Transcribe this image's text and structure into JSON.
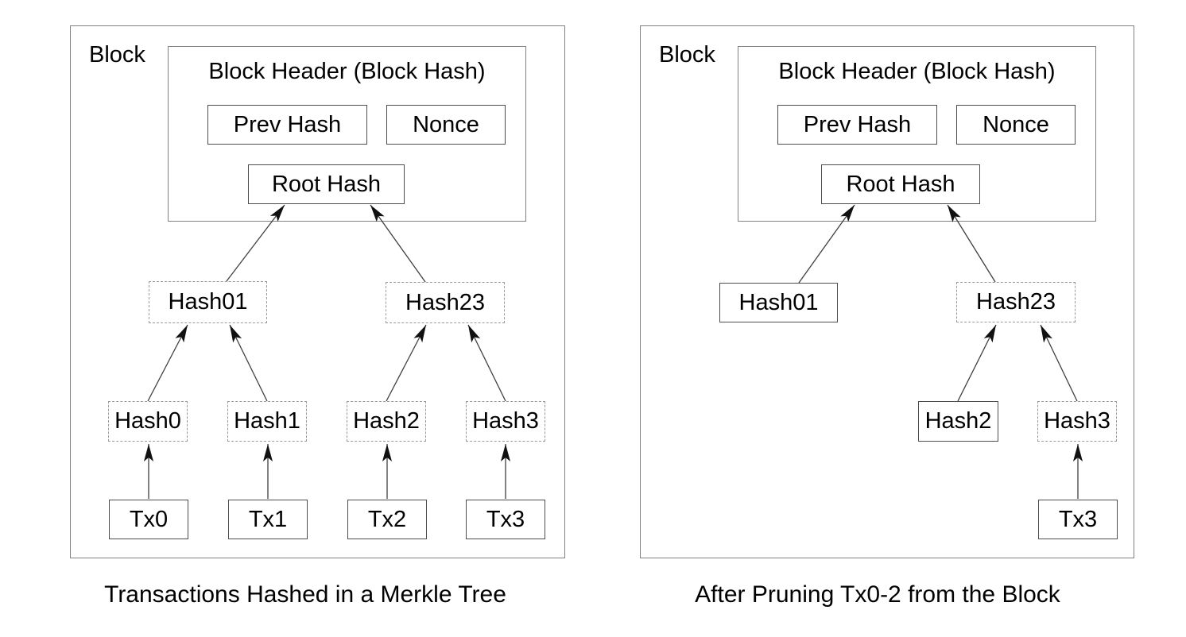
{
  "figure": {
    "left": {
      "block_label": "Block",
      "header_title": "Block Header (Block Hash)",
      "prev_hash_label": "Prev Hash",
      "nonce_label": "Nonce",
      "root_hash_label": "Root Hash",
      "hash01_label": "Hash01",
      "hash23_label": "Hash23",
      "hash0_label": "Hash0",
      "hash1_label": "Hash1",
      "hash2_label": "Hash2",
      "hash3_label": "Hash3",
      "tx0_label": "Tx0",
      "tx1_label": "Tx1",
      "tx2_label": "Tx2",
      "tx3_label": "Tx3",
      "caption": "Transactions Hashed in a Merkle Tree"
    },
    "right": {
      "block_label": "Block",
      "header_title": "Block Header (Block Hash)",
      "prev_hash_label": "Prev Hash",
      "nonce_label": "Nonce",
      "root_hash_label": "Root Hash",
      "hash01_label": "Hash01",
      "hash23_label": "Hash23",
      "hash2_label": "Hash2",
      "hash3_label": "Hash3",
      "tx3_label": "Tx3",
      "caption": "After Pruning Tx0-2 from the Block"
    },
    "colors": {
      "background": "#ffffff",
      "container_border": "#828282",
      "solid_border": "#4d4d4d",
      "dashed_border": "#9a9a9a",
      "text": "#000000",
      "arrow": "#1a1a1a"
    }
  }
}
